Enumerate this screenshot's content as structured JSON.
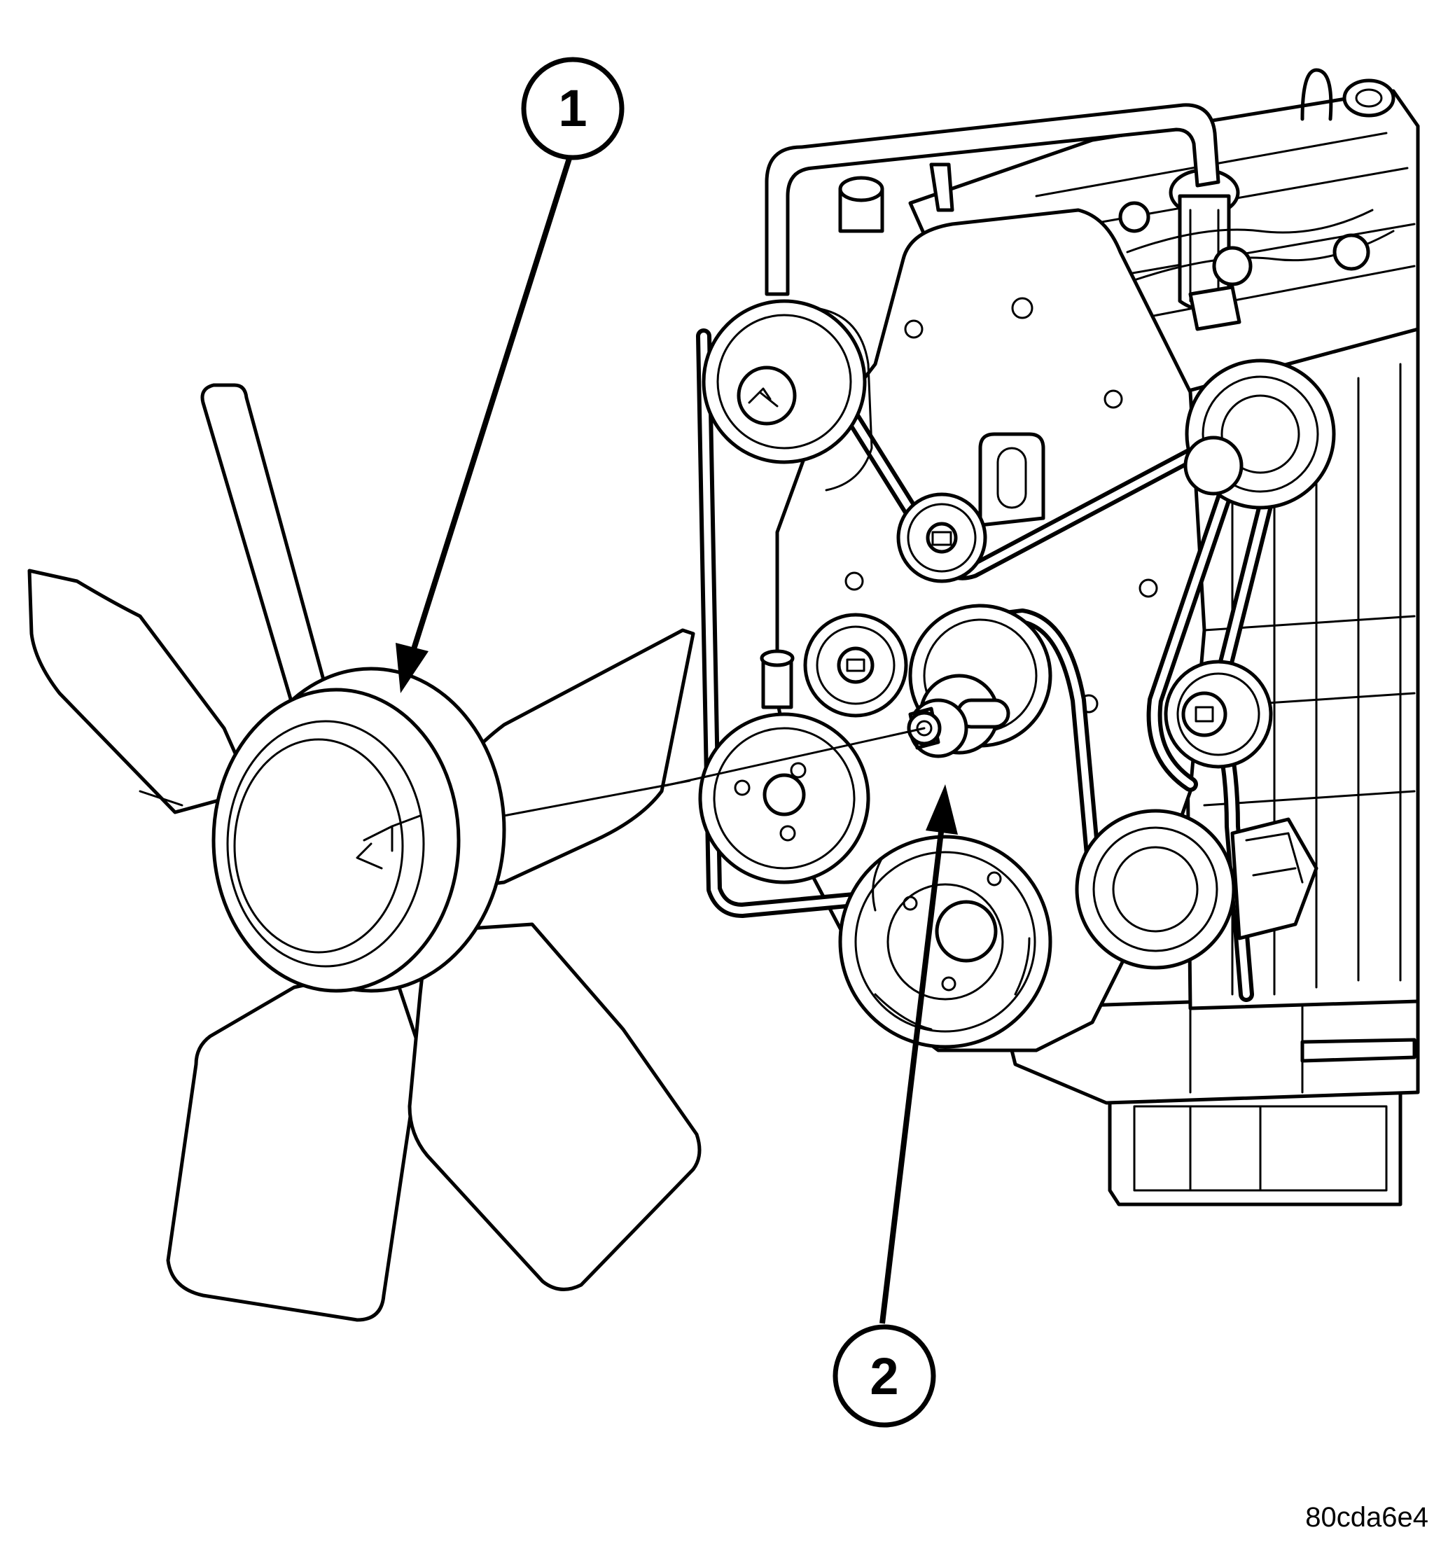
{
  "callouts": [
    {
      "id": "1",
      "label": "1"
    },
    {
      "id": "2",
      "label": "2"
    }
  ],
  "figure_ref": "80cda6e4",
  "colors": {
    "line": "#000000",
    "background": "#ffffff"
  }
}
